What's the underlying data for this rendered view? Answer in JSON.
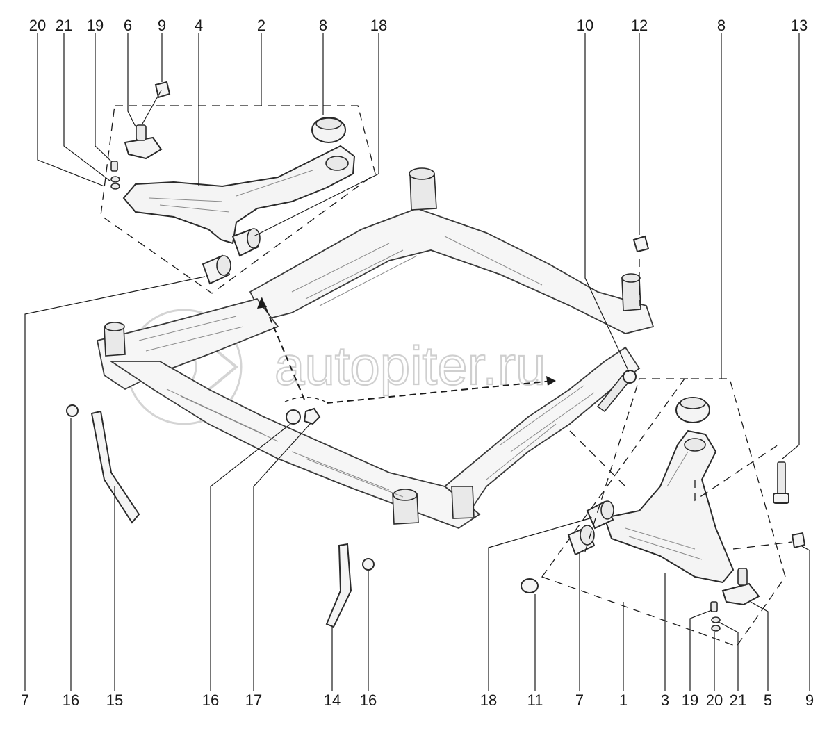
{
  "watermark": {
    "text": "autopiter.ru"
  },
  "labels": {
    "top": [
      "20",
      "21",
      "19",
      "6",
      "9",
      "4",
      "2",
      "8",
      "18",
      "10",
      "12",
      "8",
      "13"
    ],
    "bottom": [
      "7",
      "16",
      "15",
      "16",
      "17",
      "14",
      "16",
      "18",
      "11",
      "7",
      "1",
      "3",
      "19",
      "20",
      "21",
      "5",
      "9"
    ]
  }
}
